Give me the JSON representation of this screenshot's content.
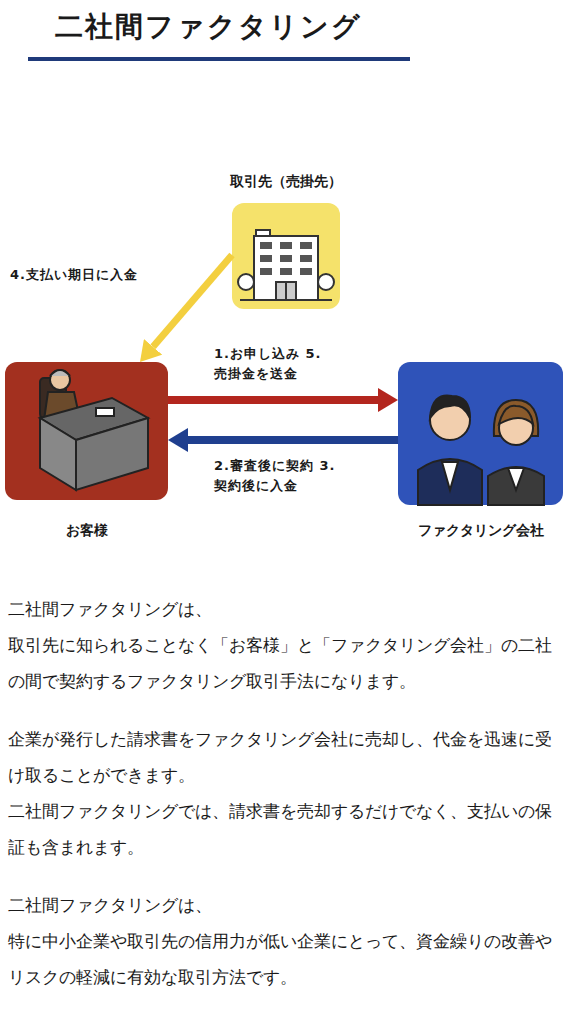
{
  "diagram": {
    "title": "二社間ファクタリング",
    "nodes": [
      {
        "text": [
          "取引先（売掛先）"
        ]
      },
      {
        "text": [
          "お客様"
        ]
      },
      {
        "text": [
          "ファクタリング会社"
        ]
      }
    ],
    "edges": [
      {
        "from": 0,
        "to": 1,
        "label": "4.支払い期日に入金",
        "arrow": "to"
      },
      {
        "from": 1,
        "to": 2,
        "label": "1.お申し込み 5.売掛金を送金",
        "arrow": "to"
      },
      {
        "from": 2,
        "to": 1,
        "label": "2.審査後に契約 3.契約後に入金",
        "arrow": "to"
      }
    ],
    "labels": [
      "二社間ファクタリングは、",
      "取引先に知られることなく「お客様」と「ファクタリング会社」の二社の間で契約するファクタリング取引手法になります。",
      "企業が発行した請求書をファクタリング会社に売却し、代金を迅速に受け取ることができます。",
      "二社間ファクタリングでは、請求書を売却するだけでなく、支払いの保証も含まれます。",
      "二社間ファクタリングは、",
      "特に中小企業や取引先の信用力が低い企業にとって、資金繰りの改善やリスクの軽減に有効な取引方法です。"
    ]
  }
}
